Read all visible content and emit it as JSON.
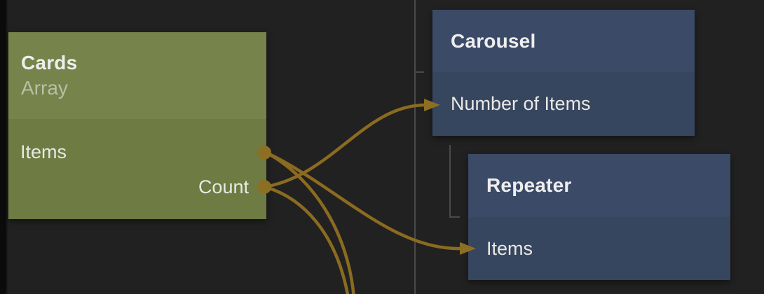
{
  "app": {
    "view": "node-graph-editor"
  },
  "colors": {
    "canvas_background": "#212121",
    "left_edge_strip": "#0b0b0b",
    "wire_gold": "#8a6b20",
    "port_dot_gold": "#8d6f24",
    "hierarchy_line_grey": "#4a4a4a",
    "green_node_header": "#76834b",
    "green_node_body": "#6e7b43",
    "blue_node_header": "#3b4a67",
    "blue_node_body": "#37465f",
    "title_text": "#eeeeee",
    "subtitle_text": "#b9bfa5",
    "port_text": "#e9e8e4"
  },
  "nodes": [
    {
      "id": "cards",
      "title": "Cards",
      "subtitle": "Array",
      "color": "green",
      "ports": [
        {
          "label": "Items",
          "direction": "output"
        },
        {
          "label": "Count",
          "direction": "output"
        }
      ]
    },
    {
      "id": "carousel",
      "title": "Carousel",
      "color": "blue",
      "ports": [
        {
          "label": "Number of Items",
          "direction": "input"
        }
      ]
    },
    {
      "id": "repeater",
      "title": "Repeater",
      "color": "blue",
      "ports": [
        {
          "label": "Items",
          "direction": "input"
        }
      ]
    }
  ],
  "connections": [
    {
      "from": "Cards.Count",
      "to": "Carousel.Number of Items",
      "style": "gold-arrow"
    },
    {
      "from": "Cards.Items",
      "to": "Repeater.Items",
      "style": "gold-arrow"
    },
    {
      "from": "Cards.Count",
      "to": "offscreen-bottom",
      "style": "gold"
    },
    {
      "from": "Cards.Items",
      "to": "offscreen-bottom",
      "style": "gold"
    },
    {
      "from": "offscreen-parent",
      "to": "Carousel",
      "style": "grey-hierarchy"
    },
    {
      "from": "Carousel",
      "to": "Repeater",
      "style": "grey-hierarchy"
    }
  ]
}
